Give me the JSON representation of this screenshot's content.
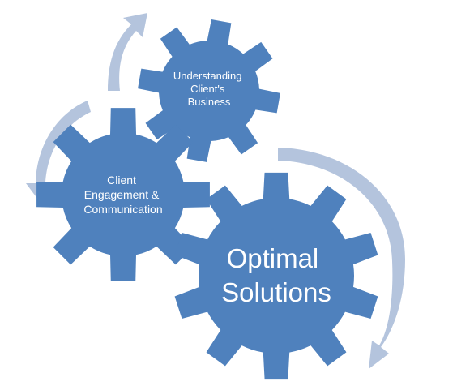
{
  "colors": {
    "gear_fill": "#4f81bd",
    "arrow_fill": "#b4c4dd",
    "label_text": "#ffffff"
  },
  "gears": {
    "understanding": {
      "label_lines": [
        "Understanding",
        "Client's",
        "Business"
      ],
      "teeth": 8
    },
    "engagement": {
      "label_lines": [
        "Client",
        "Engagement &",
        "Communication"
      ],
      "teeth": 8
    },
    "solutions": {
      "label_lines": [
        "Optimal",
        "Solutions"
      ],
      "teeth": 10
    }
  },
  "arrows": [
    {
      "name": "cycle-arrow-top",
      "direction": "clockwise"
    },
    {
      "name": "cycle-arrow-left",
      "direction": "counter-clockwise"
    },
    {
      "name": "cycle-arrow-right",
      "direction": "clockwise"
    }
  ]
}
